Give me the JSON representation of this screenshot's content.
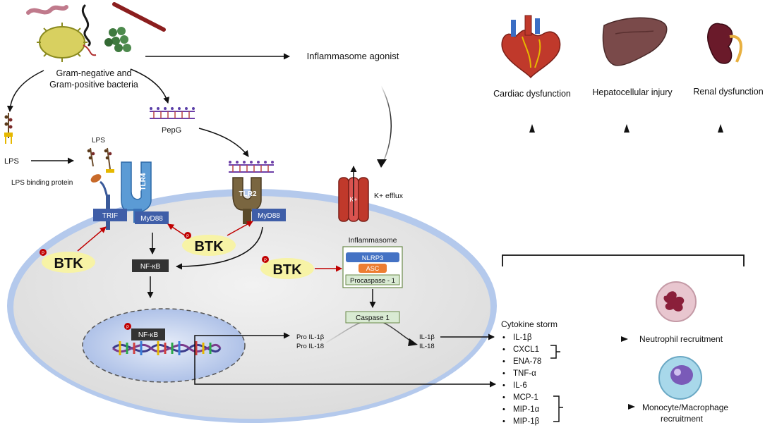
{
  "bacteria": {
    "label_line1": "Gram-negative and",
    "label_line2": "Gram-positive bacteria"
  },
  "agonist": "Inflammasome agonist",
  "pepg": "PepG",
  "lps": "LPS",
  "lps_top": "LPS",
  "lps_bp": "LPS binding protein",
  "tlr4": "TLR4",
  "tlr2": "TLR2",
  "trif": "TRIF",
  "myd88": "MyD88",
  "myd88_2": "MyD88",
  "btk": "BTK",
  "phospho": "P",
  "nfkb": "NF-κB",
  "nfkb_nuc": "NF-κB",
  "kplus": "K+",
  "kefflux": "K+ efflux",
  "inflammasome": "Inflammasome",
  "nlrp3": "NLRP3",
  "asc": "ASC",
  "procaspase": "Procaspase - 1",
  "caspase": "Caspase 1",
  "pro_il1b": "Pro IL-1β",
  "pro_il18": "Pro IL-18",
  "il1b": "IL-1β",
  "il18": "IL-18",
  "storm": {
    "title": "Cytokine storm",
    "items": [
      "IL-1β",
      "CXCL1",
      "ENA-78",
      "TNF-α",
      "IL-6",
      "MCP-1",
      "MIP-1α",
      "MIP-1β"
    ]
  },
  "neutrophil": "Neutrophil recruitment",
  "mono_line1": "Monocyte/Macrophage",
  "mono_line2": "recruitment",
  "organs": {
    "cardiac": "Cardiac dysfunction",
    "hepato": "Hepatocellular injury",
    "renal": "Renal dysfunction"
  },
  "colors": {
    "btk_fill": "#f7f3a6",
    "myd88": "#3f5ea8",
    "tlr4": "#5b9bd5",
    "tlr2": "#7a6640",
    "nlrp3": "#4472c4",
    "asc": "#ed7d31",
    "caspase": "#d9ead3",
    "arrow_red": "#c00000"
  }
}
